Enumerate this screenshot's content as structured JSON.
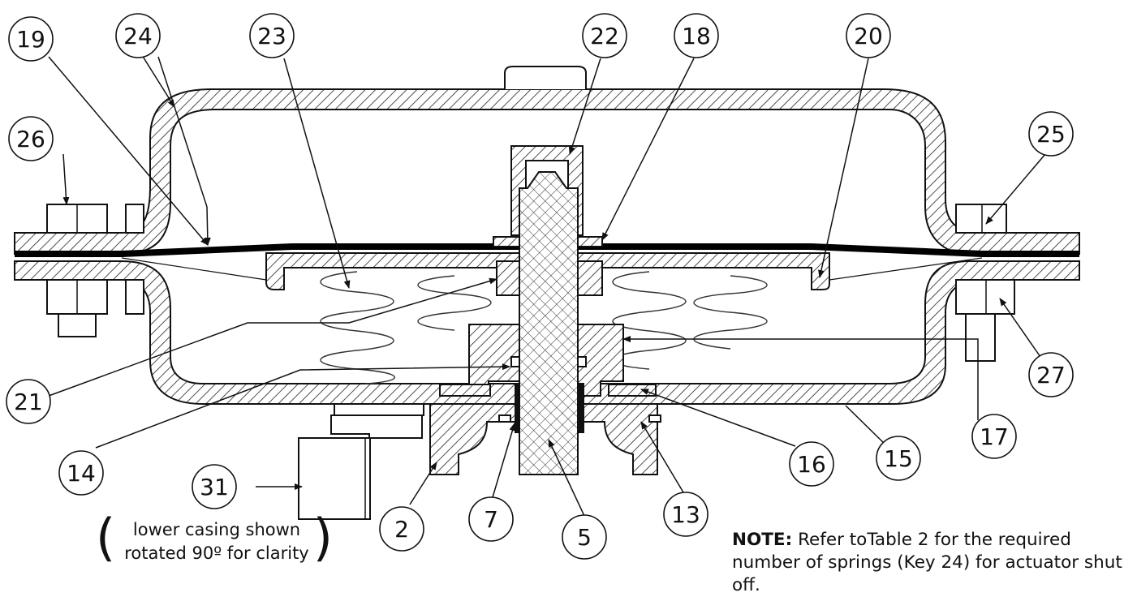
{
  "callouts": [
    {
      "id": "c19",
      "label": "19"
    },
    {
      "id": "c24",
      "label": "24"
    },
    {
      "id": "c23",
      "label": "23"
    },
    {
      "id": "c22",
      "label": "22"
    },
    {
      "id": "c18",
      "label": "18"
    },
    {
      "id": "c20",
      "label": "20"
    },
    {
      "id": "c26",
      "label": "26"
    },
    {
      "id": "c25",
      "label": "25"
    },
    {
      "id": "c27",
      "label": "27"
    },
    {
      "id": "c21",
      "label": "21"
    },
    {
      "id": "c17",
      "label": "17"
    },
    {
      "id": "c14",
      "label": "14"
    },
    {
      "id": "c16",
      "label": "16"
    },
    {
      "id": "c15",
      "label": "15"
    },
    {
      "id": "c31",
      "label": "31"
    },
    {
      "id": "c2",
      "label": "2"
    },
    {
      "id": "c7",
      "label": "7"
    },
    {
      "id": "c5",
      "label": "5"
    },
    {
      "id": "c13",
      "label": "13"
    }
  ],
  "caption": {
    "line1": "lower casing shown",
    "line2": "rotated 90º for clarity"
  },
  "note": {
    "label": "NOTE:",
    "text": " Refer toTable 2 for the required number of springs (Key 24) for actuator shut off."
  },
  "colors": {
    "ink": "#111111",
    "background": "#ffffff",
    "diaphragm": "#000000"
  }
}
